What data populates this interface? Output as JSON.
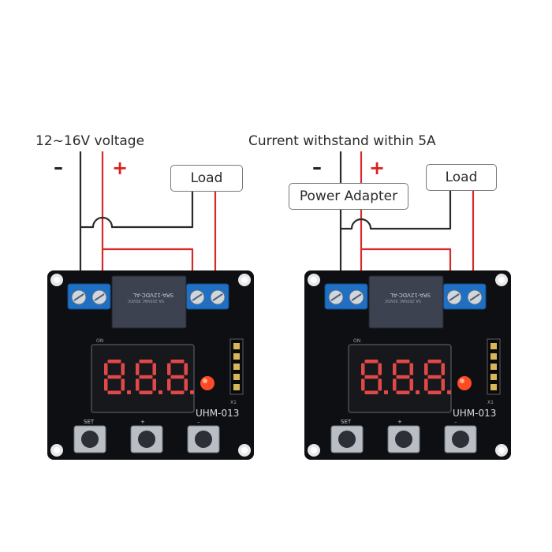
{
  "labels": {
    "left_voltage": "12~16V voltage",
    "right_current": "Current withstand within 5A",
    "load": "Load",
    "power_adapter": "Power Adapter",
    "minus": "–",
    "plus": "+"
  },
  "board": {
    "display": "8.8.8",
    "model": "UHM-013",
    "relay_text": "SRA-12VDC-AL",
    "relay_spec": "5A 250VAC 30VDC",
    "btn_set": "SET",
    "btn_plus": "+",
    "btn_minus": "–",
    "label_on": "ON",
    "label_x1": "X1"
  },
  "colors": {
    "wire_red": "#d42a2a",
    "wire_black": "#2a2a2a",
    "pcb": "#0e0f12",
    "terminal": "#1f6fc4",
    "relay": "#3c4250",
    "segment": "#e24848",
    "led": "#ff4b25"
  }
}
